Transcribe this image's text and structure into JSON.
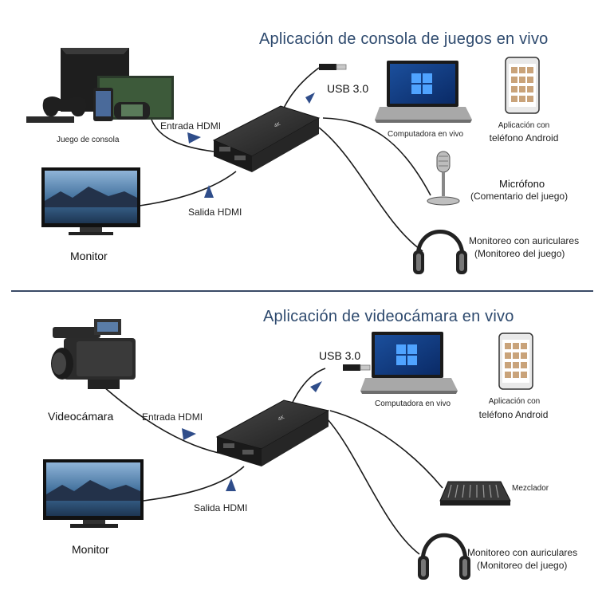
{
  "top": {
    "title": "Aplicación de consola de juegos en vivo",
    "usb": "USB 3.0",
    "console": "Juego de consola",
    "hdmi_in": "Entrada HDMI",
    "hdmi_out": "Salida HDMI",
    "monitor": "Monitor",
    "computer": "Computadora en vivo",
    "phone_line1": "Aplicación con",
    "phone_line2": "teléfono Android",
    "mic_line1": "Micrófono",
    "mic_line2": "(Comentario del juego)",
    "headphones_line1": "Monitoreo con auriculares",
    "headphones_line2": "(Monitoreo del juego)"
  },
  "bottom": {
    "title": "Aplicación de videocámara en vivo",
    "usb": "USB 3.0",
    "camera": "Videocámara",
    "hdmi_in": "Entrada HDMI",
    "hdmi_out": "Salida HDMI",
    "monitor": "Monitor",
    "computer": "Computadora en vivo",
    "phone_line1": "Aplicación con",
    "phone_line2": "teléfono Android",
    "mixer": "Mezclador",
    "headphones_line1": "Monitoreo con auriculares",
    "headphones_line2": "(Monitoreo del juego)"
  },
  "colors": {
    "title": "#2e4a6e",
    "arrow": "#2f4d8a",
    "cable": "#1a1a1a",
    "device": "#2b2b2b",
    "divider": "#3a4a66"
  },
  "icons": [
    "game-console-icon",
    "monitor-icon",
    "capture-card-icon",
    "laptop-icon",
    "phone-icon",
    "microphone-icon",
    "headphones-icon",
    "camcorder-icon",
    "mixer-icon",
    "usb-plug-icon",
    "arrow-icon"
  ]
}
